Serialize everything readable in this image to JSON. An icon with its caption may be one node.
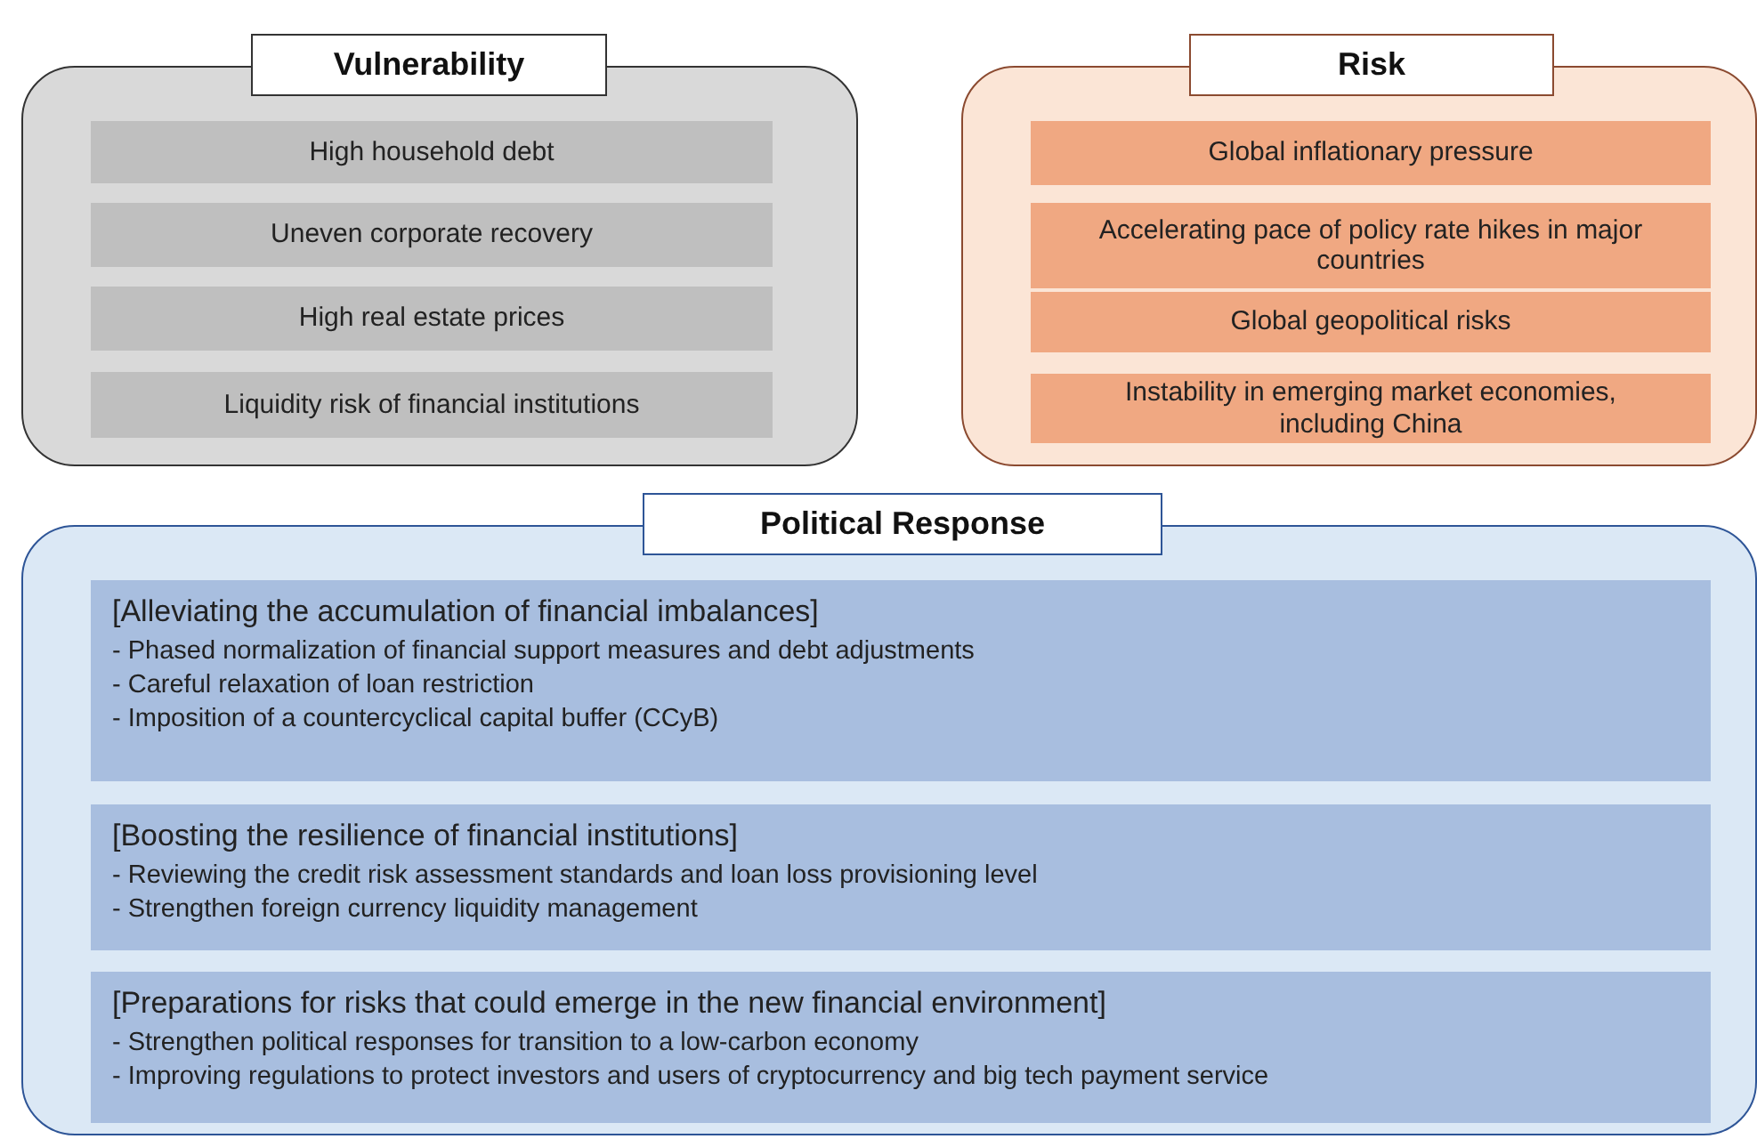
{
  "diagram": {
    "nodes": [
      {
        "text": [
          "Vulnerability"
        ]
      },
      {
        "text": [
          "High household debt"
        ],
        "in": 0
      },
      {
        "text": [
          "Uneven corporate recovery"
        ],
        "in": 0
      },
      {
        "text": [
          "High real estate prices"
        ],
        "in": 0
      },
      {
        "text": [
          "Liquidity risk of financial institutions"
        ],
        "in": 0
      },
      {
        "text": [
          "Risk"
        ]
      },
      {
        "text": [
          "Global inflationary pressure"
        ],
        "in": 5
      },
      {
        "text": [
          "Accelerating pace of policy rate hikes in major countries"
        ],
        "in": 5
      },
      {
        "text": [
          "Global geopolitical risks"
        ],
        "in": 5
      },
      {
        "text": [
          "Instability in emerging market economies, including China"
        ],
        "in": 5
      },
      {
        "text": [
          "Political Response"
        ]
      },
      {
        "text": [
          "[Alleviating the accumulation of financial imbalances]",
          "- Phased normalization of financial support measures and debt adjustments",
          "- Careful relaxation of loan restriction",
          "- Imposition of a countercyclical capital buffer (CCyB)"
        ],
        "in": 10
      },
      {
        "text": [
          "[Boosting the resilience of financial institutions]",
          "- Reviewing the credit risk assessment standards and loan loss provisioning level",
          "- Strengthen foreign currency liquidity management"
        ],
        "in": 10
      },
      {
        "text": [
          "[Preparations for risks that could emerge in the new financial environment]",
          "- Strengthen political responses for transition to a low-carbon economy",
          "- Improving regulations to protect investors and users of cryptocurrency and big tech payment service"
        ],
        "in": 10
      }
    ]
  }
}
